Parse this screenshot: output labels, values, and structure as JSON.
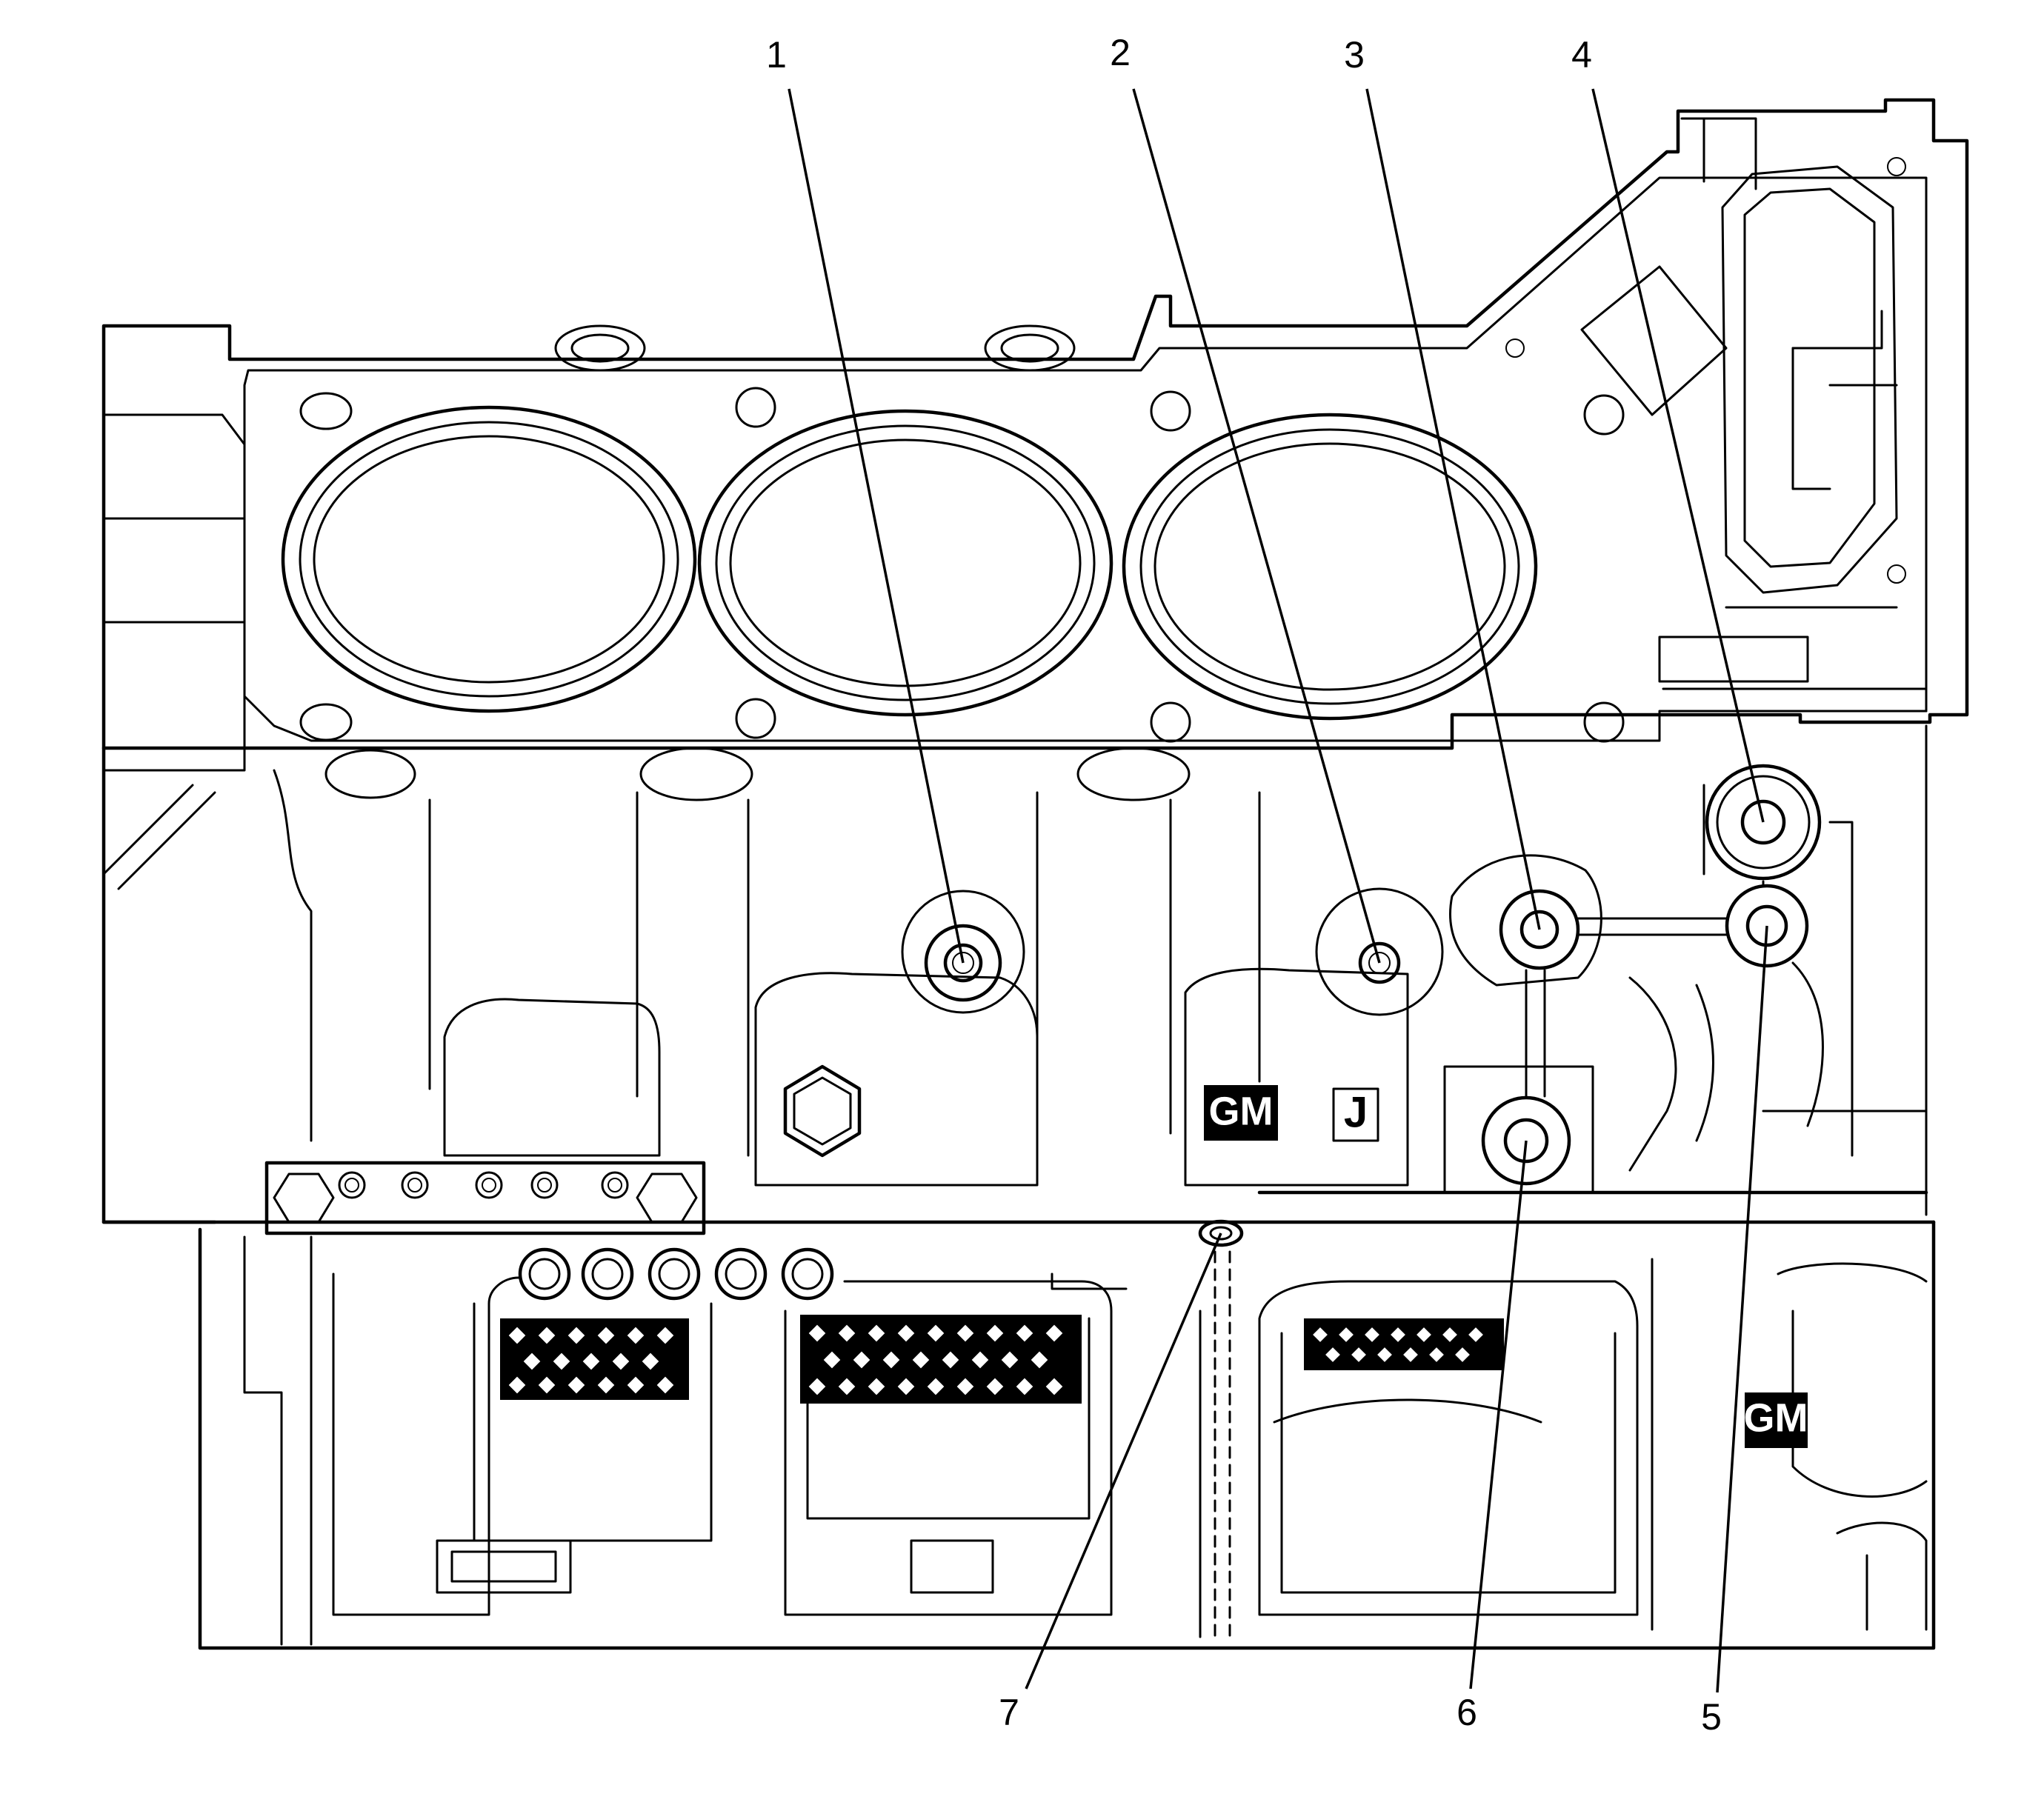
{
  "callouts": [
    {
      "id": "1",
      "label": "1"
    },
    {
      "id": "2",
      "label": "2"
    },
    {
      "id": "3",
      "label": "3"
    },
    {
      "id": "4",
      "label": "4"
    },
    {
      "id": "5",
      "label": "5"
    },
    {
      "id": "6",
      "label": "6"
    },
    {
      "id": "7",
      "label": "7"
    }
  ],
  "markings": {
    "brand_upper": "GM",
    "brand_lower": "GM",
    "casting_mark": "J"
  },
  "colors": {
    "line": "#000000",
    "background": "#ffffff"
  }
}
